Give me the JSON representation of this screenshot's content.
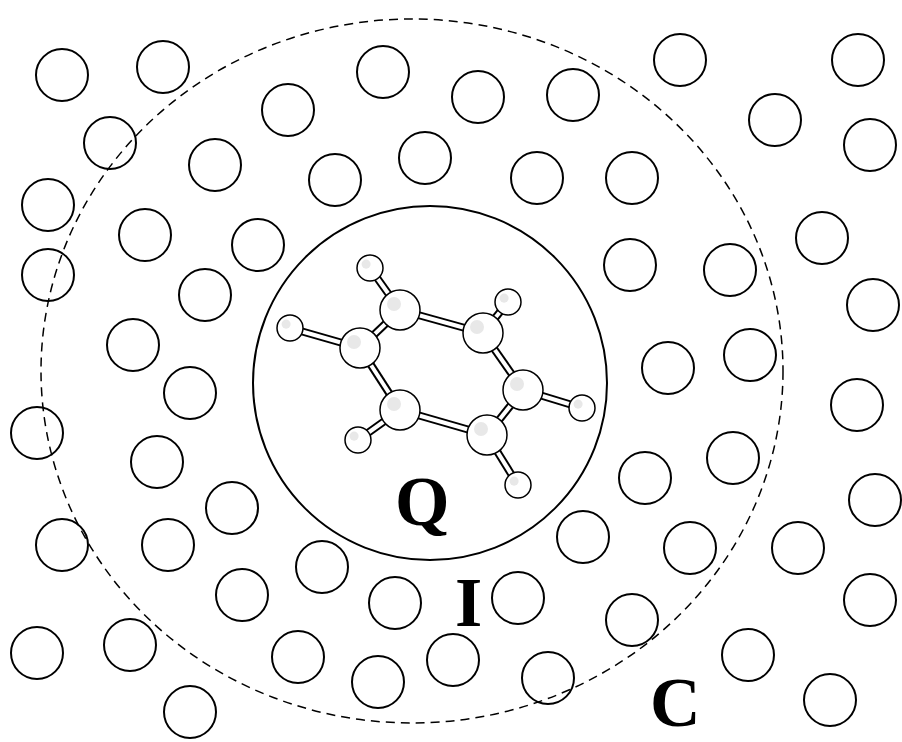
{
  "diagram": {
    "nodes": [
      {
        "text": [
          "I"
        ]
      },
      {
        "text": [
          "Q"
        ],
        "in": 0
      }
    ],
    "labels": [
      "C"
    ]
  }
}
